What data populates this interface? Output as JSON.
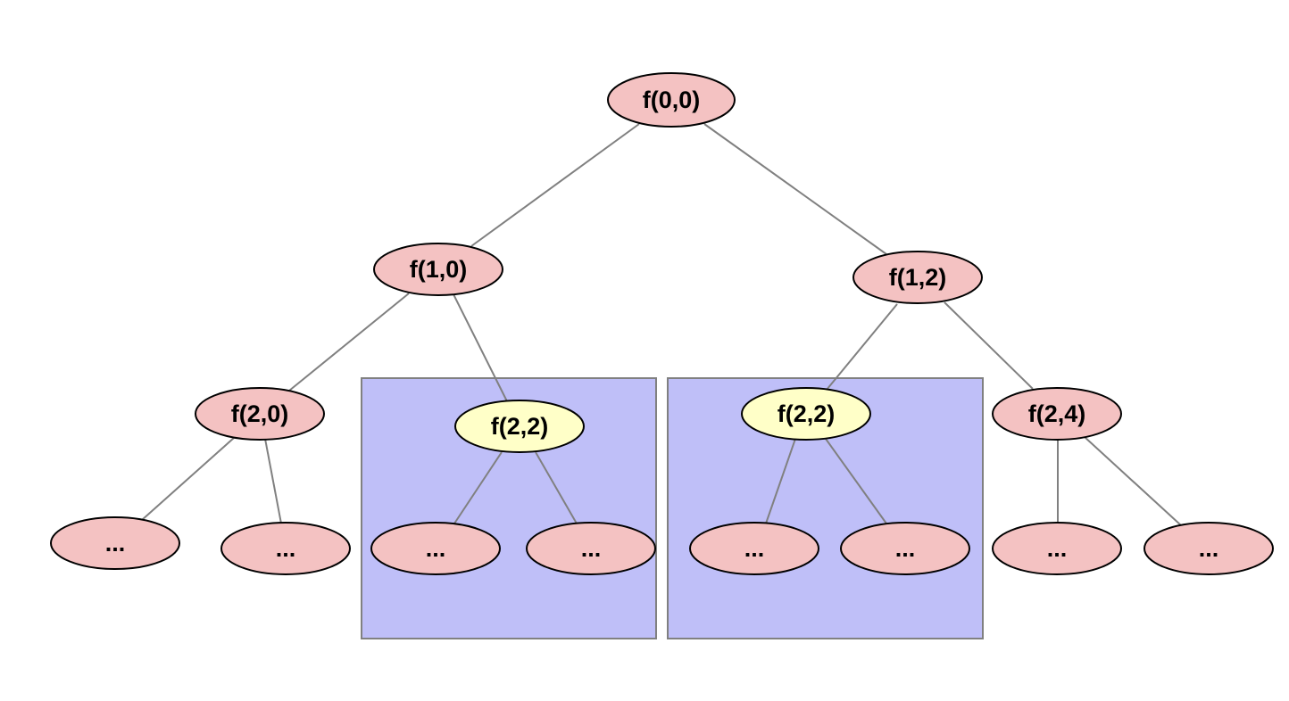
{
  "diagram": {
    "colors": {
      "node_fill": "#f4c2c2",
      "repeated_node_fill": "#ffffc8",
      "box_fill": "#bfbff8",
      "edge": "#808080"
    },
    "nodes": {
      "n00": "f(0,0)",
      "n10": "f(1,0)",
      "n12": "f(1,2)",
      "n20": "f(2,0)",
      "n22a": "f(2,2)",
      "n22b": "f(2,2)",
      "n24": "f(2,4)",
      "l1": "...",
      "l2": "...",
      "l3": "...",
      "l4": "...",
      "l5": "...",
      "l6": "...",
      "l7": "...",
      "l8": "..."
    }
  }
}
